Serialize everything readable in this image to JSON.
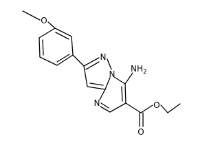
{
  "molecule": {
    "labels": {
      "methoxy_o": "O",
      "n1": "N",
      "n2": "N",
      "n4": "N",
      "amino": "NH",
      "amino_sub": "2",
      "ester_o_single": "O",
      "ester_o_double": "O"
    }
  }
}
